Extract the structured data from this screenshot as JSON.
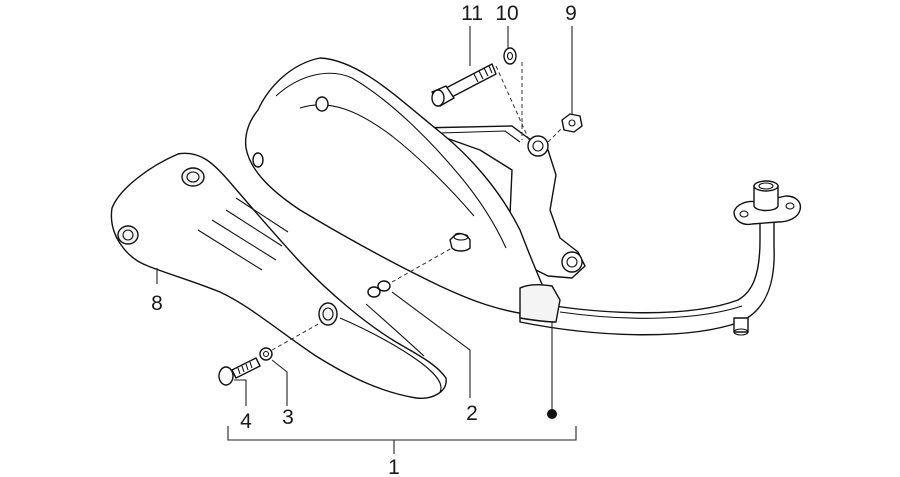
{
  "labels": {
    "p1": "1",
    "p2": "2",
    "p3": "3",
    "p4": "4",
    "p8": "8",
    "p9": "9",
    "p10": "10",
    "p11": "11"
  },
  "colors": {
    "line": "#111111",
    "background": "#ffffff"
  }
}
